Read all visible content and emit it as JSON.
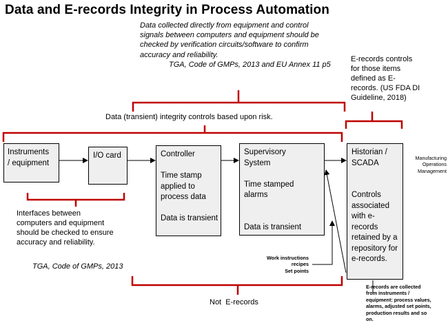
{
  "title": "Data and E-records Integrity in Process Automation",
  "quote_top": {
    "lines": [
      "Data collected directly from equipment and control",
      "signals between computers and equipment should be",
      "checked by verification circuits/software to confirm",
      "accuracy and reliability."
    ],
    "citation": "TGA, Code of GMPs, 2013 and EU Annex 11 p5"
  },
  "fda_note": {
    "lines": [
      "E-records controls",
      "for those items",
      "defined as E-",
      "records. (US FDA DI",
      "Guideline, 2018)"
    ]
  },
  "transient_label": "Data (transient) integrity controls based upon risk.",
  "boxes": {
    "instruments": {
      "lines": [
        "Instruments",
        "/ equipment"
      ]
    },
    "io_card": {
      "lines": [
        "I/O card"
      ]
    },
    "controller": {
      "lines": [
        "Controller",
        "",
        "Time stamp",
        "applied to",
        "process data",
        "",
        "Data is transient"
      ]
    },
    "supervisory": {
      "lines": [
        "Supervisory",
        "System",
        "",
        "Time stamped",
        "alarms",
        "",
        "",
        "Data is transient"
      ]
    },
    "historian": {
      "lines": [
        "Historian /",
        "SCADA",
        "",
        "",
        "Controls",
        "associated",
        "with e-",
        "records",
        "retained by a",
        "repository for",
        "e-records."
      ]
    }
  },
  "interfaces_note": {
    "lines": [
      "Interfaces between",
      "computers and equipment",
      "should be checked to ensure",
      "accuracy and reliability."
    ],
    "citation": "TGA, Code of GMPs, 2013"
  },
  "work_instructions": {
    "lines": [
      "Work instructions",
      "recipes",
      "Set points"
    ]
  },
  "manufacturing": {
    "lines": [
      "Manufacturing",
      "Operations",
      "Management"
    ]
  },
  "not_erecords_label": "Not  E-records",
  "erecords_collected": {
    "lines": [
      "E-records are collected",
      "from instruments /",
      "equipment: process values,",
      "alarms, adjusted set points,",
      "production results and so",
      "on."
    ]
  },
  "colors": {
    "bracket": "#c00000",
    "box_fill": "#efefef",
    "line": "#000000"
  }
}
